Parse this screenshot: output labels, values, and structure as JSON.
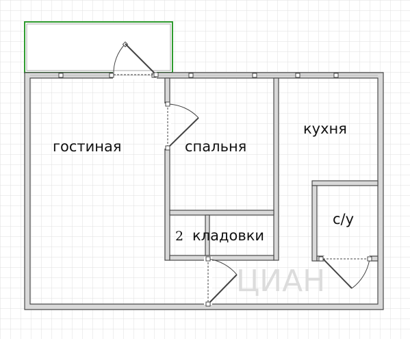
{
  "rooms": {
    "living": "гостиная",
    "bedroom": "спальня",
    "kitchen": "кухня",
    "bathroom": "с/у",
    "storage_count": "2",
    "storage": "кладовки"
  },
  "watermark": "ЦИАН",
  "colors": {
    "grid": "#dcdcdc",
    "wall_fill": "#d9d9d9",
    "wall_stroke": "#4a4a4a",
    "balcony": "#2e9b2e",
    "window": "#444444",
    "text": "#111111"
  }
}
